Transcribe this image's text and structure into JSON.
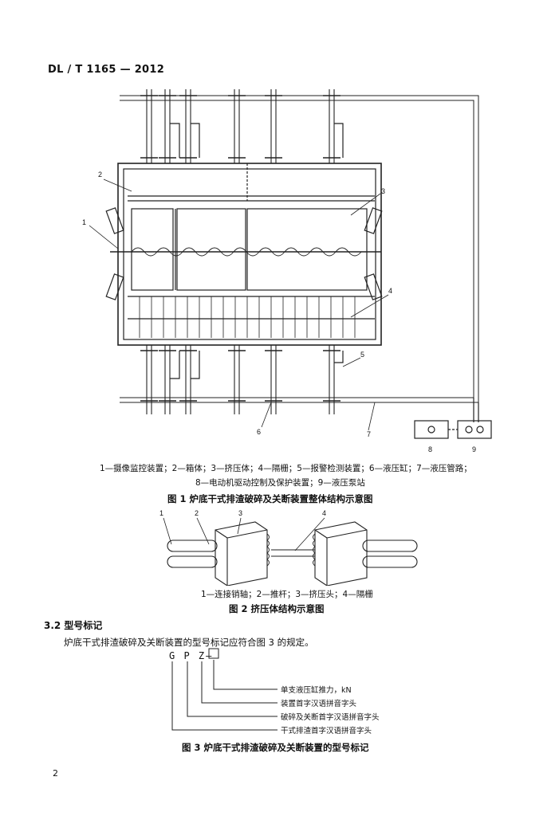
{
  "header": {
    "standard_code": "DL / T 1165 — 2012"
  },
  "figure1": {
    "callouts": [
      "1",
      "2",
      "3",
      "4",
      "5",
      "6",
      "7",
      "8",
      "9"
    ],
    "legend_line1": "1—摄像监控装置；2—箱体；3—挤压体；4—隔栅；5—报警检测装置；6—液压缸；7—液压管路；",
    "legend_line2": "8—电动机驱动控制及保护装置；9—液压泵站",
    "caption": "图 1   炉底干式排渣破碎及关断装置整体结构示意图"
  },
  "figure2": {
    "callouts": [
      "1",
      "2",
      "3",
      "4"
    ],
    "legend": "1—连接销轴；2—推杆；3—挤压头；4—隔栅",
    "caption": "图 2   挤压体结构示意图"
  },
  "section": {
    "number_title": "3.2   型号标记",
    "paragraph": "炉底干式排渣破碎及关断装置的型号标记应符合图 3 的规定。"
  },
  "figure3": {
    "code": "G P Z—",
    "labels": [
      "单支液压缸推力，kN",
      "装置首字汉语拼音字头",
      "破碎及关断首字汉语拼音字头",
      "干式排渣首字汉语拼音字头"
    ],
    "caption": "图 3   炉底干式排渣破碎及关断装置的型号标记"
  },
  "page_number": "2"
}
